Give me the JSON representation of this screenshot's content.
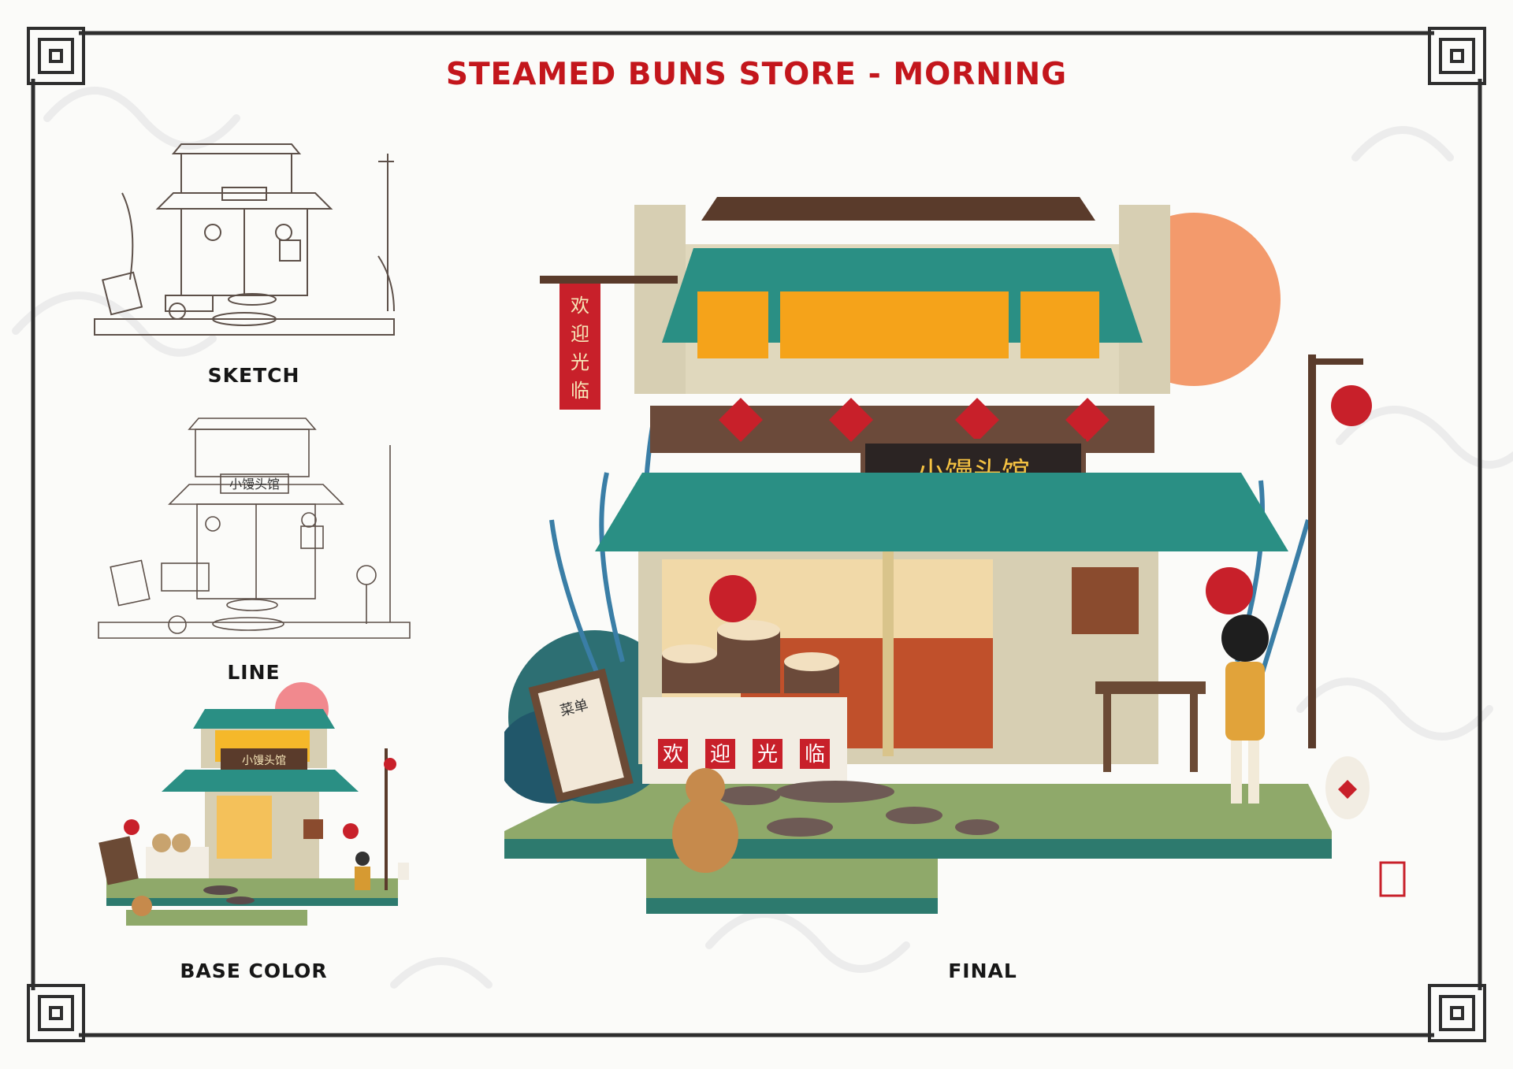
{
  "title": "STEAMED BUNS STORE - MORNING",
  "captions": {
    "sketch": "SKETCH",
    "line": "LINE",
    "base_color": "BASE COLOR",
    "final": "FINAL"
  },
  "signboard": "小馒头馆",
  "hanging_banner": [
    "欢",
    "迎",
    "光",
    "临"
  ],
  "counter_tiles": [
    "欢",
    "迎",
    "光",
    "临"
  ],
  "menu_board": "菜单",
  "artist_seal": "",
  "colors": {
    "title_red": "#c3161c",
    "roof_green": "#2a8f84",
    "wall_beige": "#d7cfb3",
    "wood_brown": "#5a3b2b",
    "sun_orange": "#f39a6c",
    "lantern_red": "#c8202a",
    "grass_green": "#8fa96a",
    "frame_dark": "#2e2e2e"
  }
}
